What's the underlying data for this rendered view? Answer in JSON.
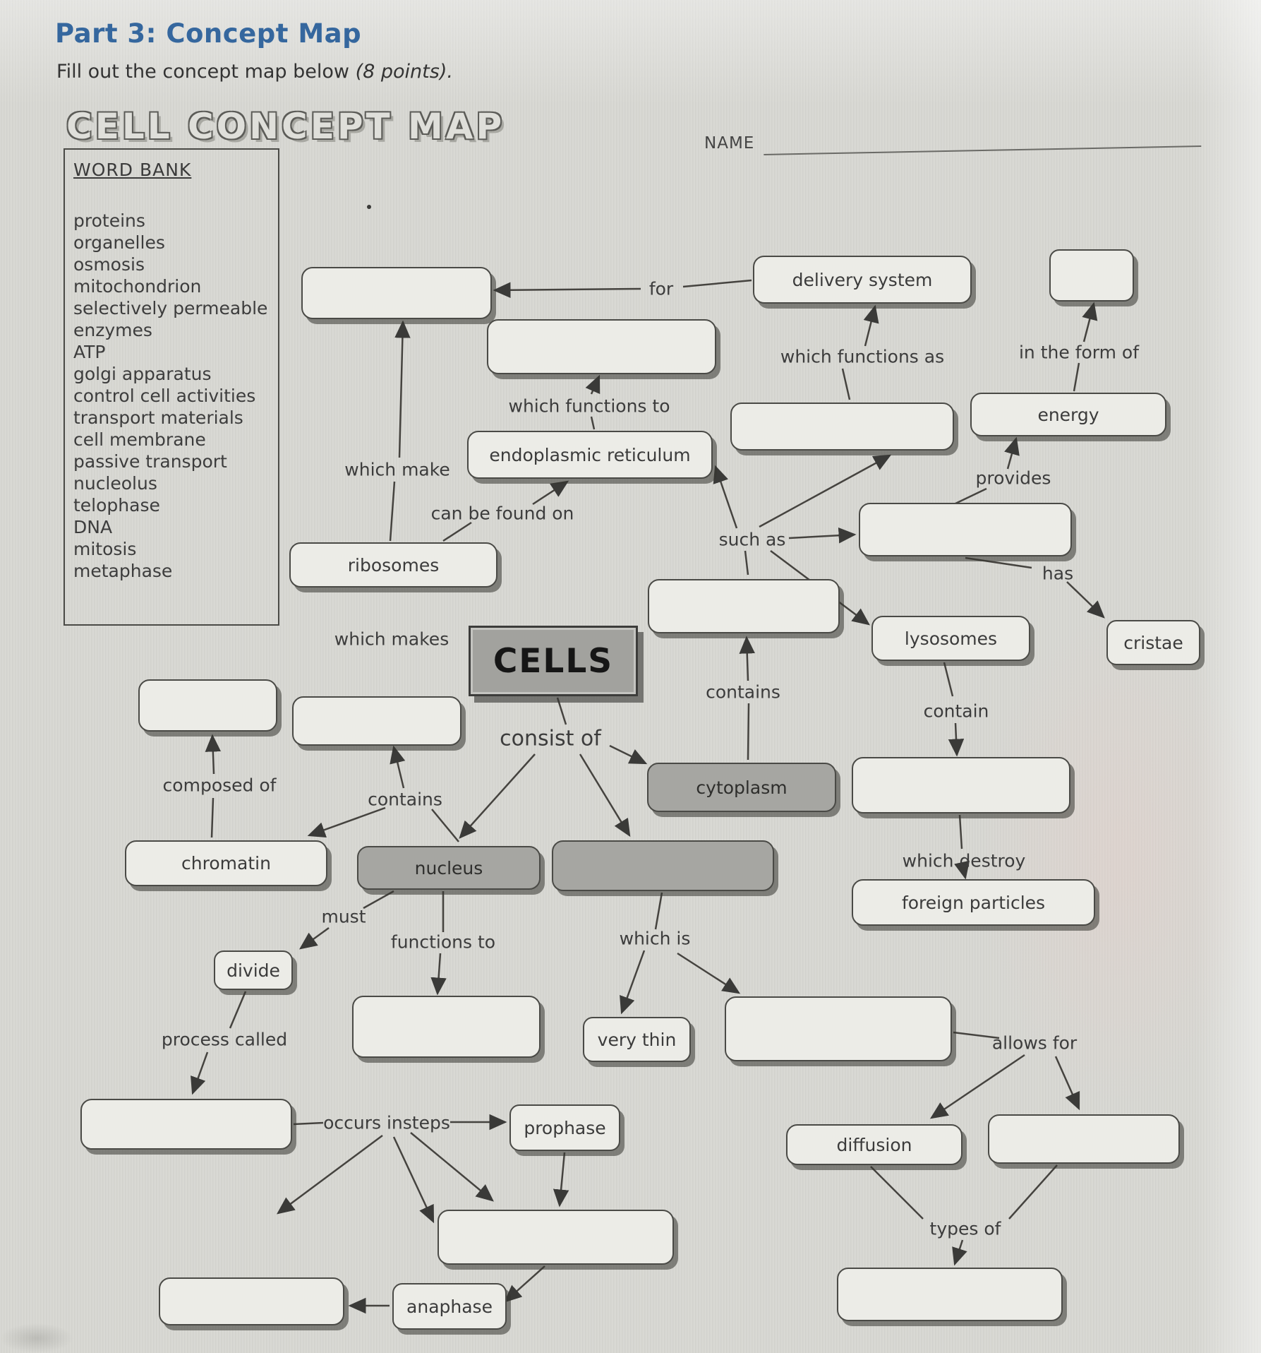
{
  "header": {
    "part_title": "Part 3: Concept Map",
    "instructions": "Fill out the concept map below ",
    "points": "(8 points).",
    "map_title": "CELL CONCEPT MAP",
    "name_label": "NAME"
  },
  "word_bank": {
    "title": "WORD BANK",
    "words": [
      "proteins",
      "organelles",
      "osmosis",
      "mitochondrion",
      "selectively permeable",
      "enzymes",
      "ATP",
      "golgi apparatus",
      "control cell activities",
      "transport materials",
      "cell membrane",
      "passive transport",
      "nucleolus",
      "telophase",
      "DNA",
      "mitosis",
      "metaphase"
    ]
  },
  "nodes": {
    "cells": {
      "label": "CELLS",
      "prefilled": true
    },
    "delivery_system": {
      "label": "delivery system",
      "prefilled": true
    },
    "energy": {
      "label": "energy",
      "prefilled": true
    },
    "endoplasmic_reticulum": {
      "label": "endoplasmic reticulum",
      "prefilled": true
    },
    "ribosomes": {
      "label": "ribosomes",
      "prefilled": true
    },
    "cytoplasm": {
      "label": "cytoplasm",
      "prefilled": true
    },
    "lysosomes": {
      "label": "lysosomes",
      "prefilled": true
    },
    "cristae": {
      "label": "cristae",
      "prefilled": true
    },
    "chromatin": {
      "label": "chromatin",
      "prefilled": true
    },
    "nucleus": {
      "label": "nucleus",
      "prefilled": true
    },
    "foreign_particles": {
      "label": "foreign particles",
      "prefilled": true
    },
    "divide": {
      "label": "divide",
      "prefilled": true
    },
    "very_thin": {
      "label": "very thin",
      "prefilled": true
    },
    "prophase": {
      "label": "prophase",
      "prefilled": true
    },
    "diffusion": {
      "label": "diffusion",
      "prefilled": true
    },
    "anaphase": {
      "label": "anaphase",
      "prefilled": true
    },
    "blank_a": {
      "label": "",
      "prefilled": false
    },
    "blank_b": {
      "label": "",
      "prefilled": false
    },
    "blank_small": {
      "label": "",
      "prefilled": false
    },
    "blank_c": {
      "label": "",
      "prefilled": false
    },
    "blank_d": {
      "label": "",
      "prefilled": false
    },
    "blank_e": {
      "label": "",
      "prefilled": false
    },
    "blank_f": {
      "label": "",
      "prefilled": false
    },
    "blank_g": {
      "label": "",
      "prefilled": false
    },
    "blank_h": {
      "label": "",
      "prefilled": false
    },
    "blank_i": {
      "label": "",
      "prefilled": false
    },
    "blank_j": {
      "label": "",
      "prefilled": false
    },
    "blank_k": {
      "label": "",
      "prefilled": false
    },
    "blank_l": {
      "label": "",
      "prefilled": false
    },
    "blank_m": {
      "label": "",
      "prefilled": false
    },
    "blank_n": {
      "label": "",
      "prefilled": false
    },
    "blank_o": {
      "label": "",
      "prefilled": false
    },
    "blank_p": {
      "label": "",
      "prefilled": false
    }
  },
  "edge_labels": {
    "for": "for",
    "which_functions_as": "which functions as",
    "in_the_form_of": "in the form of",
    "which_functions_to": "which functions to",
    "which_make": "which make",
    "can_be_found_on": "can be found on",
    "provides": "provides",
    "such_as": "such as",
    "has": "has",
    "which_makes": "which makes",
    "contains_center": "contains",
    "contain": "contain",
    "consist_of": "consist of",
    "composed_of": "composed of",
    "contains_left": "contains",
    "which_destroy": "which destroy",
    "must": "must",
    "functions_to": "functions to",
    "which_is": "which is",
    "process_called": "process called",
    "occurs_insteps": "occurs insteps",
    "allows_for": "allows for",
    "types_of": "types of"
  },
  "colors": {
    "heading_blue": "#35679e",
    "box_border": "#4a4a46",
    "box_fill": "#ecece7",
    "gray_fill": "#a6a6a2",
    "page_bg": "#d6d6d1",
    "text": "#3b3b3b"
  }
}
